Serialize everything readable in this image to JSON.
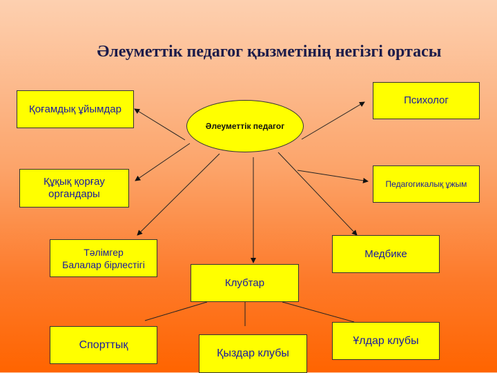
{
  "title": "Әлеуметтік педагог қызметінің негізгі ортасы",
  "center": "Әлеуметтік педагог",
  "nodes": {
    "public_orgs": "Қоғамдық ұйымдар",
    "psychologist": "Психолог",
    "law_enforcement_1": "Құқық қорғау",
    "law_enforcement_2": "органдары",
    "ped_team": "Педагогикалық ұжым",
    "mentor_1": "Тәлімгер",
    "mentor_2": "Балалар бірлестігі",
    "nurse": "Медбике",
    "clubs": "Клубтар",
    "sports": "Спорттық",
    "girls_club": "Қыздар клубы",
    "boys_club": "Ұлдар клубы"
  }
}
